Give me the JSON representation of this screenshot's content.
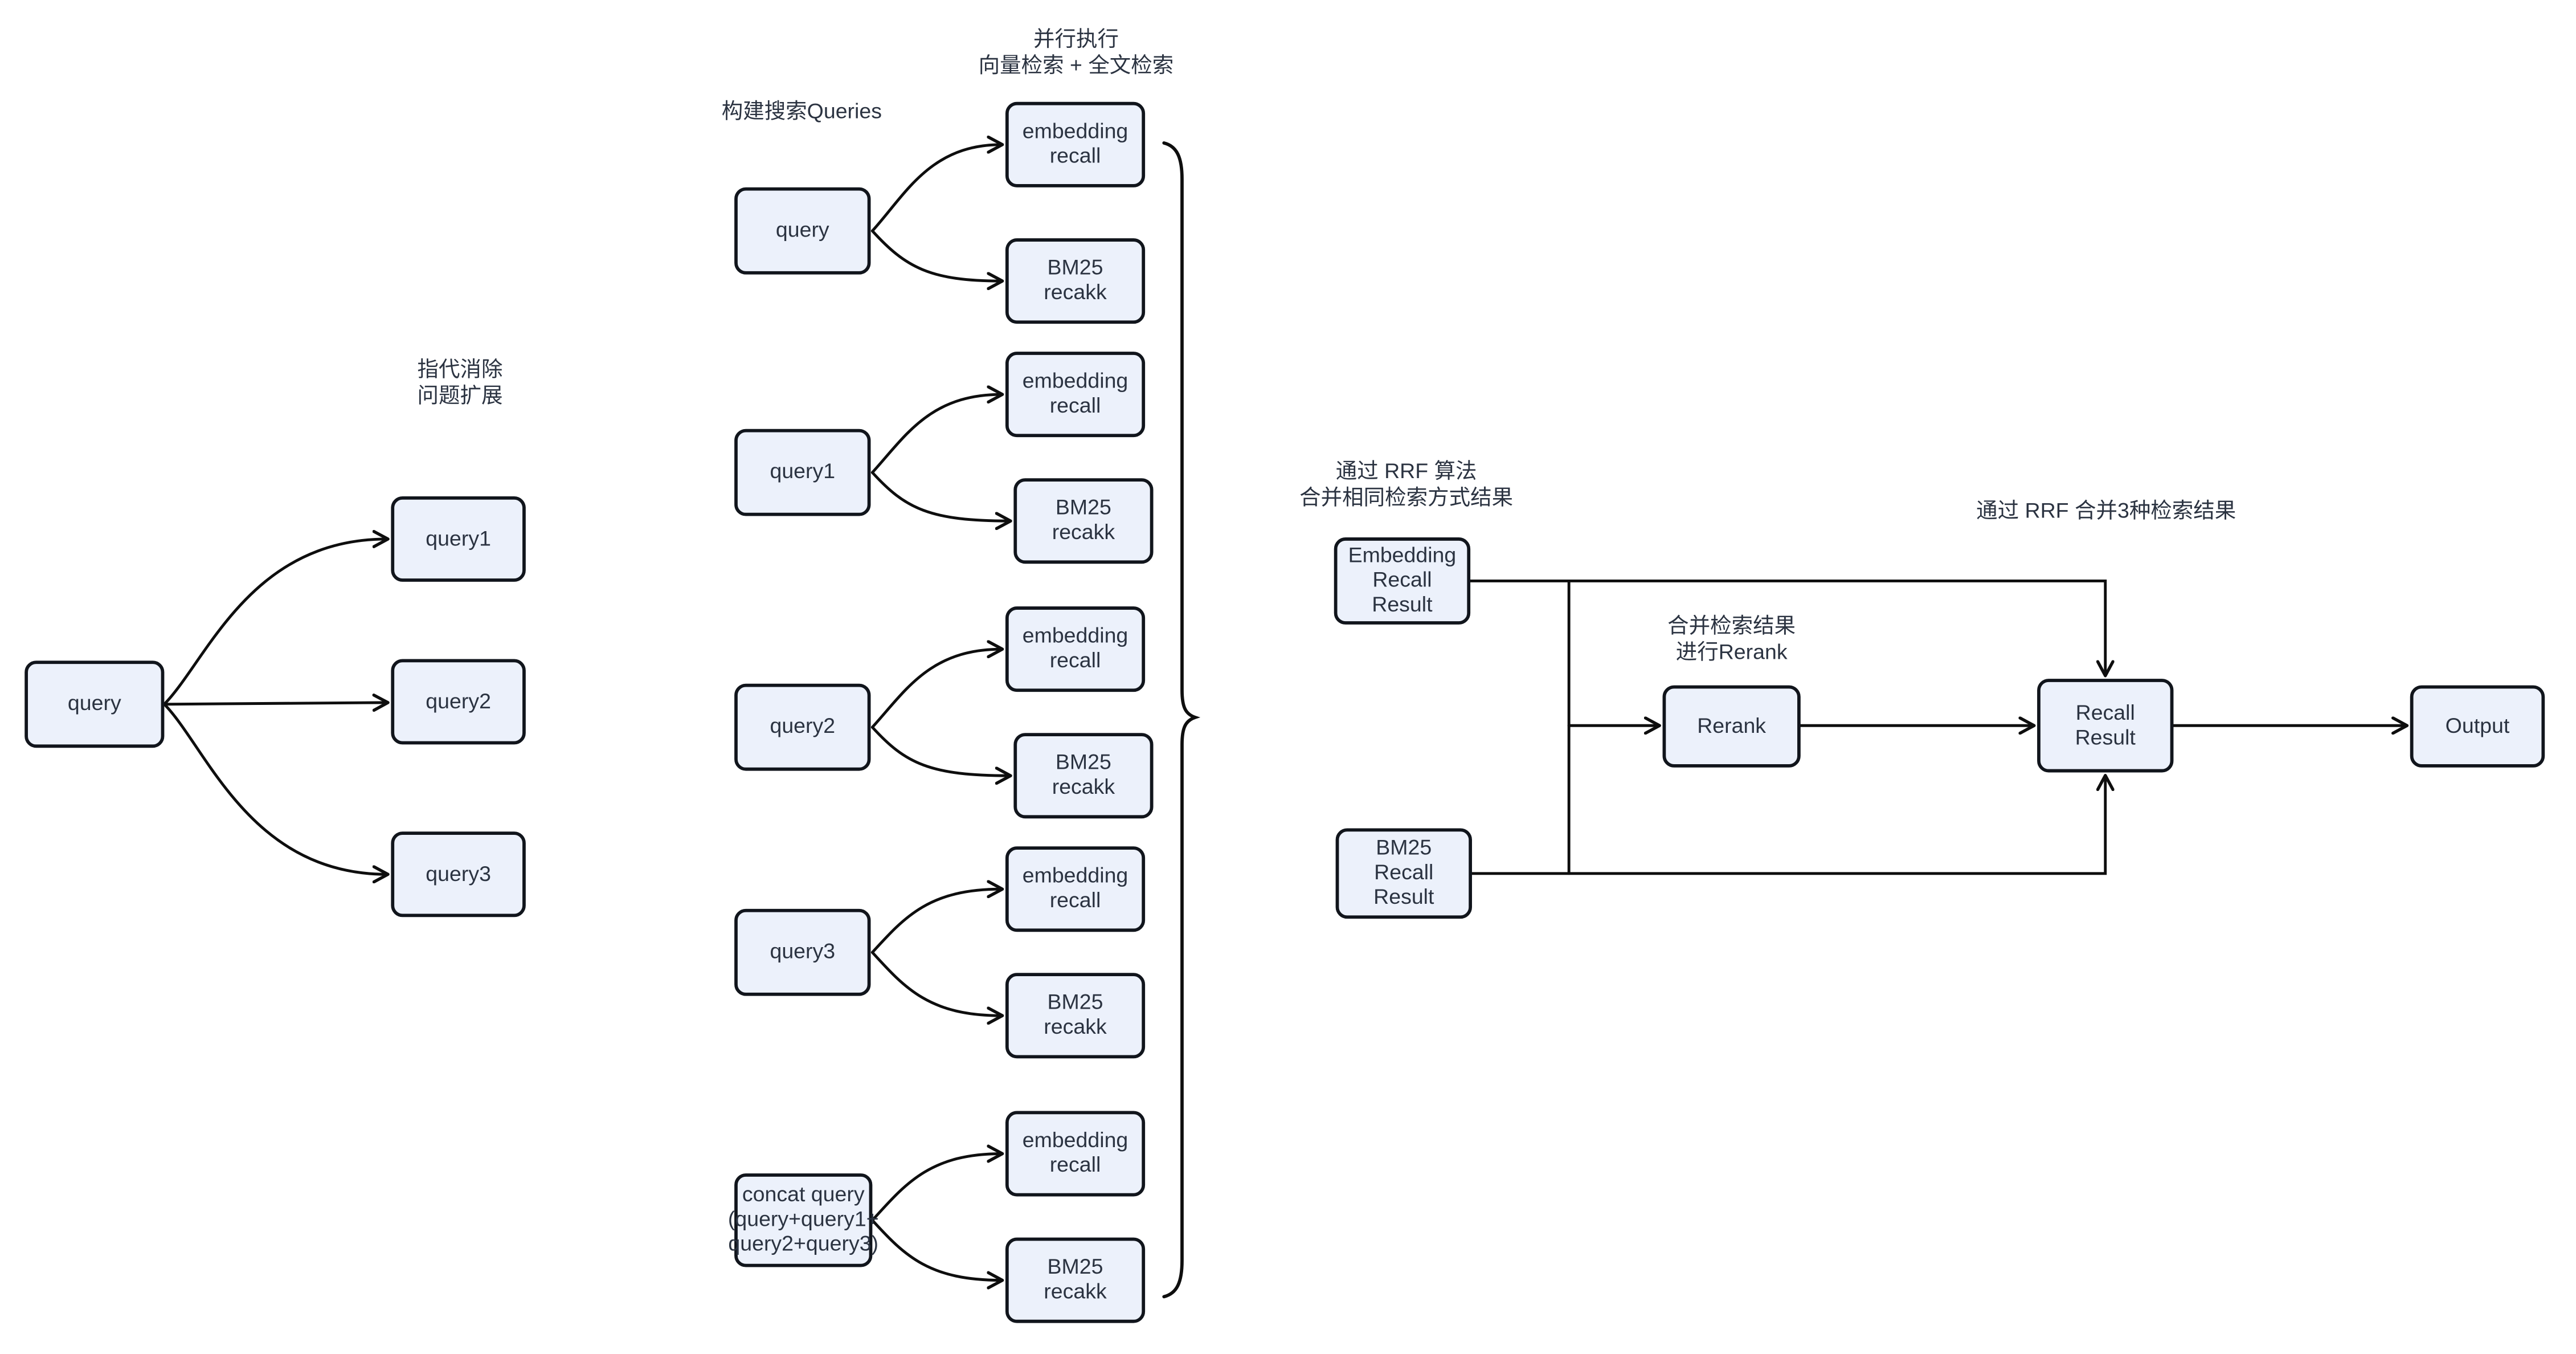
{
  "colors": {
    "background": "#FFFFFF",
    "node_fill": "#ECF1FB",
    "node_border": "#11151C",
    "node_text": "#2B3341",
    "edge_color": "#0E0E0E"
  },
  "annotations": {
    "parallel_exec": "并行执行\n向量检索 + 全文检索",
    "build_queries": "构建搜索Queries",
    "coref_expand": "指代消除\n问题扩展",
    "rrf_same_method": "通过 RRF 算法\n合并相同检索方式结果",
    "rrf_merge_three": "通过 RRF 合并3种检索结果",
    "merge_rerank": "合并检索结果\n进行Rerank"
  },
  "left_cluster": {
    "query": "query",
    "query1": "query1",
    "query2": "query2",
    "query3": "query3"
  },
  "mid_cluster": {
    "groups": [
      {
        "query": "query",
        "embedding": "embedding\nrecall",
        "bm25": "BM25\nrecakk"
      },
      {
        "query": "query1",
        "embedding": "embedding\nrecall",
        "bm25": "BM25\nrecakk"
      },
      {
        "query": "query2",
        "embedding": "embedding\nrecall",
        "bm25": "BM25\nrecakk"
      },
      {
        "query": "query3",
        "embedding": "embedding\nrecall",
        "bm25": "BM25\nrecakk"
      },
      {
        "query": "concat query\n(query+query1+\nquery2+query3)",
        "embedding": "embedding\nrecall",
        "bm25": "BM25\nrecakk"
      }
    ]
  },
  "right_cluster": {
    "embedding_result": "Embedding\nRecall\nResult",
    "bm25_result": "BM25\nRecall\nResult",
    "rerank": "Rerank",
    "recall_result": "Recall\nResult",
    "output": "Output"
  }
}
